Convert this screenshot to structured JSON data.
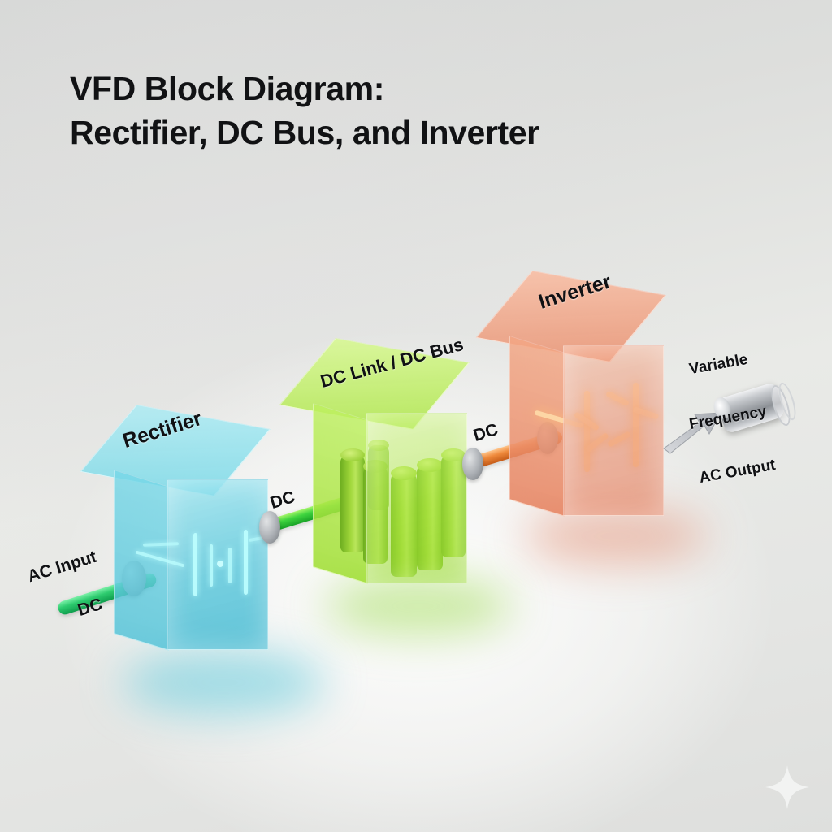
{
  "title": {
    "line1": "VFD Block Diagram:",
    "line2": "Rectifier, DC Bus, and Inverter",
    "full": "VFD Block Diagram:\nRectifier, DC Bus, and Inverter"
  },
  "diagram": {
    "type": "block-diagram",
    "subject": "Variable Frequency Drive (VFD) power conversion stages",
    "stages": [
      {
        "id": "rectifier",
        "label": "Rectifier",
        "color": "#57c5d8",
        "glow": "#5fc9da",
        "contents": "diode bridge symbol"
      },
      {
        "id": "dc-link",
        "label": "DC Link / DC Bus",
        "color": "#9ede2e",
        "glow": "#8fd02a",
        "contents": "bank of six electrolytic capacitors"
      },
      {
        "id": "inverter",
        "label": "Inverter",
        "color": "#e8805c",
        "glow": "#e07b55",
        "contents": "IGBT switching transistor symbols"
      }
    ],
    "connections": [
      {
        "id": "ac-input",
        "label": "AC Input",
        "color": "#2ecb6f"
      },
      {
        "id": "input-dc",
        "label": "DC",
        "color": "#2ecb6f"
      },
      {
        "id": "rect-to-bus",
        "label": "DC",
        "color": "#3fd43f"
      },
      {
        "id": "bus-to-inv",
        "label": "DC",
        "color": "#ef8a3c"
      }
    ],
    "output": {
      "id": "ac-output",
      "label": "Variable\nFrequency\nAC Output",
      "line1": "Variable",
      "line2": "Frequency",
      "line3": "AC Output",
      "device": "motor"
    }
  },
  "watermark": {
    "icon": "sparkle-star"
  },
  "colors": {
    "background_top": "#d7d8d7",
    "background_bottom": "#dedfdd",
    "text": "#101114",
    "cyan": "#57c5d8",
    "lime": "#9ede2e",
    "orange": "#e8805c",
    "green_cable": "#2ecb6f",
    "orange_cable": "#ef8a3c",
    "metal": "#b9bcc0"
  }
}
